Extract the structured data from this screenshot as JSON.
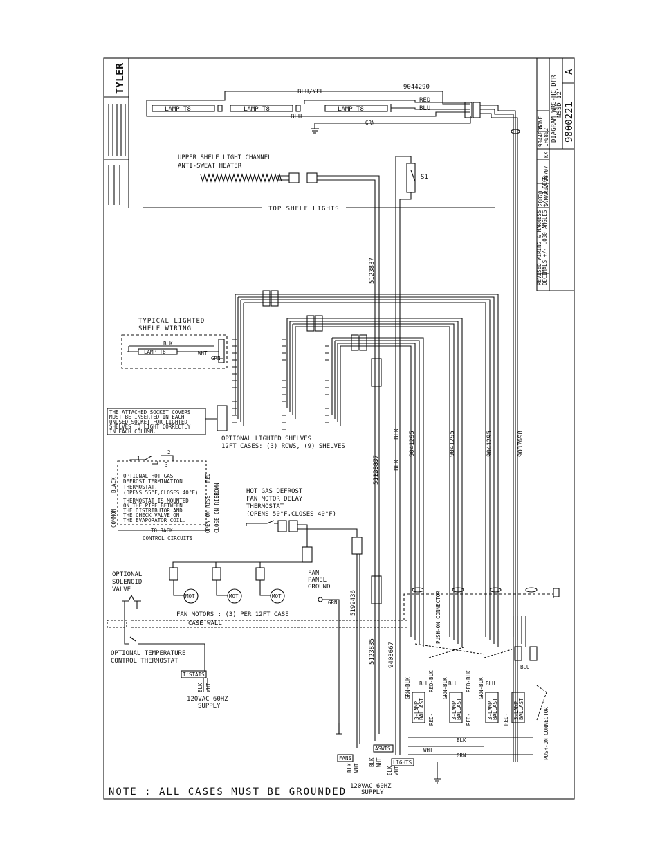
{
  "logo": "TYLER",
  "title_block": {
    "drawing_number": "9800221",
    "revision": "A",
    "title_line1": "DIAGRAM WRG-HC DFR",
    "title_line2": "NSSD 12'",
    "tolerance_note": "DECIMALS +/- .030 ANGLES +/- 1 DEGR",
    "rev_desc": "REVISED WIRING & HARNESS",
    "rows": [
      {
        "c1": "9044835",
        "c2": "1F0802",
        "c3": "NONE"
      },
      {
        "c1": "KK",
        "c2": "",
        "c3": ""
      },
      {
        "c1": "28707",
        "c2": "",
        "c3": ""
      },
      {
        "c1": "28870",
        "c2": "27MAR02",
        "c3": ""
      }
    ]
  },
  "labels": {
    "lamp": "LAMP T8",
    "blu_yel": "BLU/YEL",
    "blu": "BLU",
    "red": "RED",
    "grn": "GRN",
    "blk": "BLK",
    "wht": "WHT",
    "harness_top": "9044290",
    "upper_shelf_1": "UPPER SHELF LIGHT CHANNEL",
    "upper_shelf_2": "ANTI-SWEAT HEATER",
    "s1": "S1",
    "top_shelf_lights": "TOP SHELF LIGHTS",
    "typical_1": "TYPICAL LIGHTED",
    "typical_2": "SHELF WIRING",
    "socket_note": [
      "THE ATTACHED SOCKET COVERS",
      "MUST BE INSERTED IN EACH",
      "UNUSED SOCKET FOR LIGHTED",
      "SHELVES TO LIGHT CORRECTLY",
      "IN EACH COLUMN."
    ],
    "optional_shelves": [
      "OPTIONAL LIGHTED SHELVES",
      "12FT CASES: (3) ROWS, (9) SHELVES"
    ],
    "hot_gas_term": [
      "OPTIONAL HOT GAS",
      "DEFROST TERMINATION",
      "THERMOSTAT.",
      "(OPENS 55°F,CLOSES 40°F)"
    ],
    "thermostat_note": [
      "THERMOSTAT IS MOUNTED",
      "ON THE PIPE BETWEEN",
      "THE DISTRIBUTOR AND",
      "THE CHECK VALVE ON",
      "THE EVAPORATOR COIL."
    ],
    "black": "BLACK",
    "common": "COMMON",
    "brown": "BROWN",
    "open_rise": "OPEN ON RISE",
    "close_rise": "CLOSE ON RISE",
    "to_rack": "TO RACK",
    "control_circuits": "CONTROL CIRCUITS",
    "sw_1": "1",
    "sw_2": "2",
    "sw_3": "3",
    "fan_delay": [
      "HOT GAS DEFROST",
      "FAN MOTOR DELAY",
      "THERMOSTAT",
      "(OPENS 50°F,CLOSES 40°F)"
    ],
    "solenoid": [
      "OPTIONAL",
      "SOLENOID",
      "VALVE"
    ],
    "fan_ground": [
      "FAN",
      "PANEL",
      "GROUND"
    ],
    "mot": "MOT",
    "fan_motors": "FAN MOTORS : (3) PER 12FT CASE",
    "case_wall": "CASE WALL",
    "temp_ctrl": [
      "OPTIONAL TEMPERATURE",
      "CONTROL THERMOSTAT"
    ],
    "tstats": "T'STATS",
    "supply_left": [
      "120VAC   60HZ",
      "SUPPLY"
    ],
    "supply_right": [
      "120VAC   60HZ",
      "SUPPLY"
    ],
    "fans": "FANS",
    "aswts": "ASWTS",
    "lights": "LIGHTS",
    "push_on": "PUSH-ON CONNECTOR",
    "ballast": [
      "3-LAMP",
      "BALLAST"
    ],
    "grn_blk": "GRN-BLK",
    "red_blk": "RED-BLK",
    "red_dash": "RED-",
    "wire_5123837": "5123837",
    "wire_9041295": "9041295",
    "wire_9037698": "9037698",
    "wire_5199436": "5199436",
    "wire_5123835": "5123835",
    "wire_9403667": "9403667",
    "note": "NOTE : ALL CASES MUST BE GROUNDED"
  }
}
